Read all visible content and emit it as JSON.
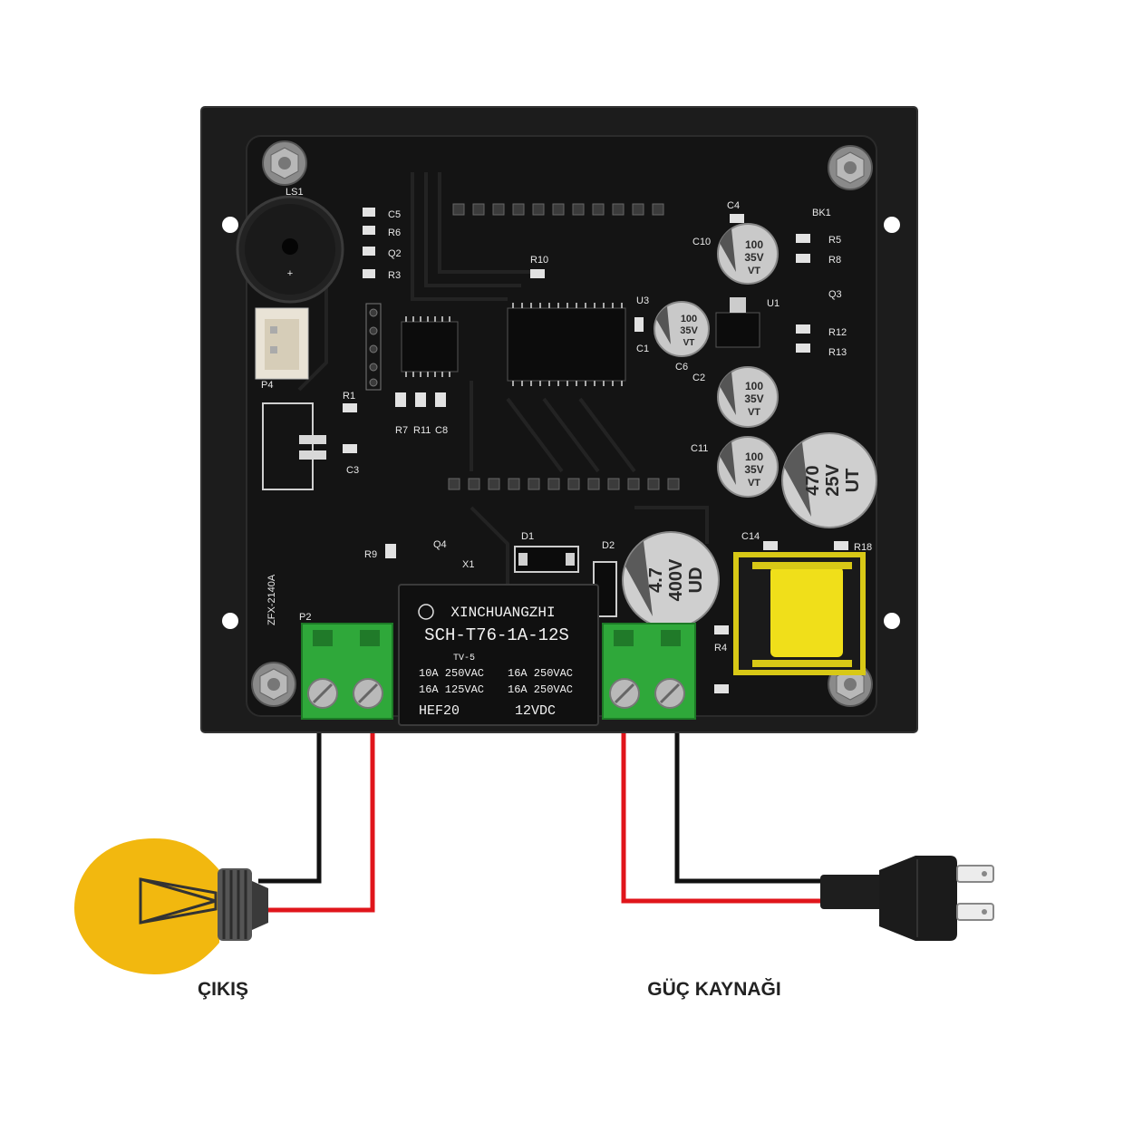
{
  "colors": {
    "board_plate": "#1c1c1c",
    "pcb": "#141414",
    "terminal_green": "#2fa83a",
    "wire_red": "#e0151b",
    "wire_black": "#111111",
    "bulb_yellow": "#f2b80f",
    "transformer_yellow": "#f0df1a"
  },
  "board": {
    "model_label": "ZFX-2140A",
    "silkscreen": {
      "ls1": "LS1",
      "c5": "C5",
      "r6": "R6",
      "q2": "Q2",
      "r3": "R3",
      "p4": "P4",
      "r1": "R1",
      "c3": "C3",
      "r7": "R7",
      "r11": "R11",
      "c8": "C8",
      "r10": "R10",
      "u3": "U3",
      "c1": "C1",
      "c4": "C4",
      "c10": "C10",
      "c6": "C6",
      "u1": "U1",
      "c2": "C2",
      "c11": "C11",
      "bk1": "BK1",
      "r5": "R5",
      "r8": "R8",
      "q3": "Q3",
      "r12": "R12",
      "r13": "R13",
      "c14": "C14",
      "r18": "R18",
      "d1": "D1",
      "d2": "D2",
      "x1": "X1",
      "r9": "R9",
      "q4": "Q4",
      "p2": "P2",
      "r4": "R4"
    },
    "relay": {
      "brand": "XINCHUANGZHI",
      "model": "SCH-T76-1A-12S",
      "cert": "TV-5",
      "rating_1a": "10A 250VAC",
      "rating_1b": "16A 125VAC",
      "rating_2a": "16A 250VAC",
      "rating_2b": "16A 250VAC",
      "series": "HEF20",
      "coil": "12VDC"
    },
    "capacitors": {
      "c10_value": "100",
      "c10_voltage": "35V",
      "c10_code": "VT",
      "c6_value": "100",
      "c6_voltage": "35V",
      "c6_code": "VT",
      "c2_value": "100",
      "c2_voltage": "35V",
      "c2_code": "VT",
      "c11_value": "100",
      "c11_voltage": "35V",
      "c11_code": "VT",
      "big_value": "470",
      "big_voltage": "25V",
      "big_code": "UT",
      "hv_value": "4.7",
      "hv_voltage": "400V",
      "hv_code": "UD"
    }
  },
  "labels": {
    "output": "ÇIKIŞ",
    "power_supply": "GÜÇ KAYNAĞI"
  }
}
